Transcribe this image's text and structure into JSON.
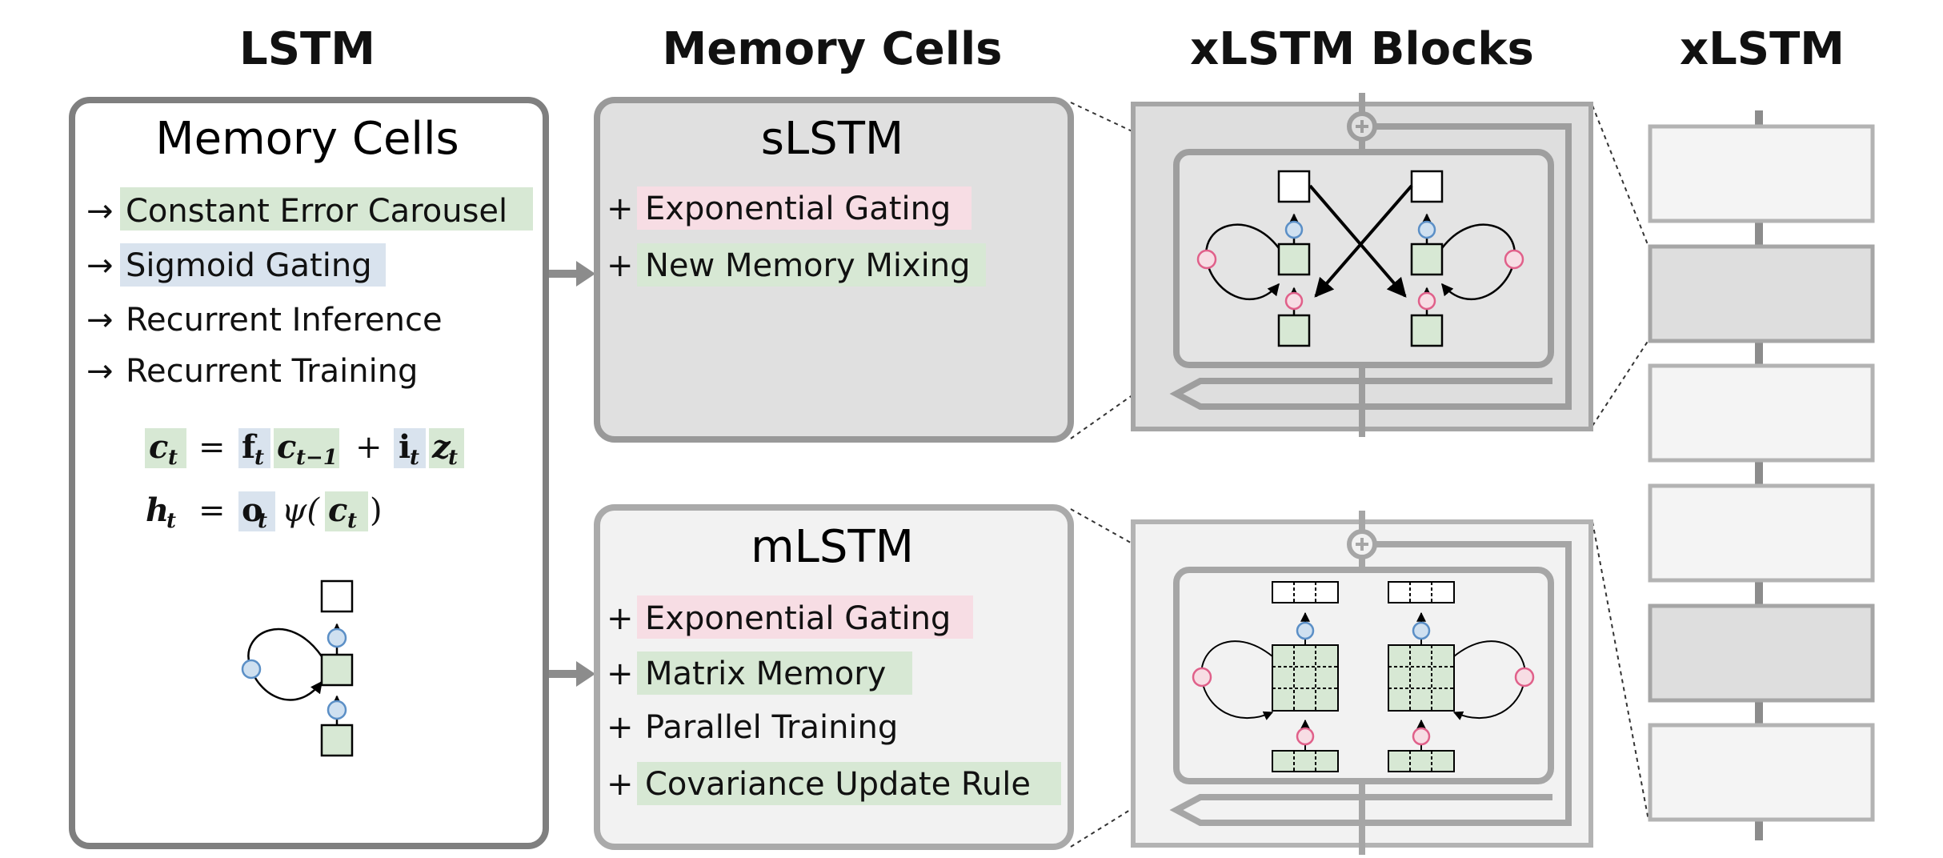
{
  "headers": {
    "lstm": "LSTM",
    "memory_cells": "Memory Cells",
    "xlstm_blocks": "xLSTM Blocks",
    "xlstm": "xLSTM"
  },
  "lstm_panel": {
    "title": "Memory Cells",
    "items": [
      {
        "arrow": "→",
        "label": "Constant Error Carousel",
        "highlight": "#d7e8d4"
      },
      {
        "arrow": "→",
        "label": "Sigmoid Gating",
        "highlight": "#d9e3ee"
      },
      {
        "arrow": "→",
        "label": "Recurrent Inference",
        "highlight": ""
      },
      {
        "arrow": "→",
        "label": "Recurrent Training",
        "highlight": ""
      }
    ],
    "eq1": {
      "lhs": "c",
      "lhs_sub": "t",
      "eq": "=",
      "f": "f",
      "f_sub": "t",
      "c": "c",
      "c_sub": "t−1",
      "plus": "+",
      "i": "i",
      "i_sub": "t",
      "z": "z",
      "z_sub": "t"
    },
    "eq2": {
      "lhs": "h",
      "lhs_sub": "t",
      "eq": "=",
      "o": "o",
      "o_sub": "t",
      "psi": "ψ(",
      "c": "c",
      "c_sub": "t",
      "close": ")"
    }
  },
  "slstm": {
    "title": "sLSTM",
    "items": [
      {
        "prefix": "+",
        "label": "Exponential Gating",
        "highlight": "#f7dde4"
      },
      {
        "prefix": "+",
        "label": "New Memory Mixing",
        "highlight": "#d7e8d4"
      }
    ]
  },
  "mlstm": {
    "title": "mLSTM",
    "items": [
      {
        "prefix": "+",
        "label": "Exponential Gating",
        "highlight": "#f7dde4"
      },
      {
        "prefix": "+",
        "label": "Matrix Memory",
        "highlight": "#d7e8d4"
      },
      {
        "prefix": "+",
        "label": "Parallel Training",
        "highlight": ""
      },
      {
        "prefix": "+",
        "label": "Covariance Update Rule",
        "highlight": "#d7e8d4"
      }
    ]
  },
  "colors": {
    "panel_border": "#7f7f7f",
    "slstm_fill": "#e0e0e0",
    "mlstm_fill": "#f2f2f2",
    "green_cell": "#d7e8d4",
    "blue_gate": "#cfe0f0",
    "pink_gate": "#f7dde4",
    "pink_stroke": "#e0608a",
    "blue_stroke": "#5b8fc6"
  },
  "icons": [
    "plus-circle-icon",
    "arrow-right-icon"
  ]
}
